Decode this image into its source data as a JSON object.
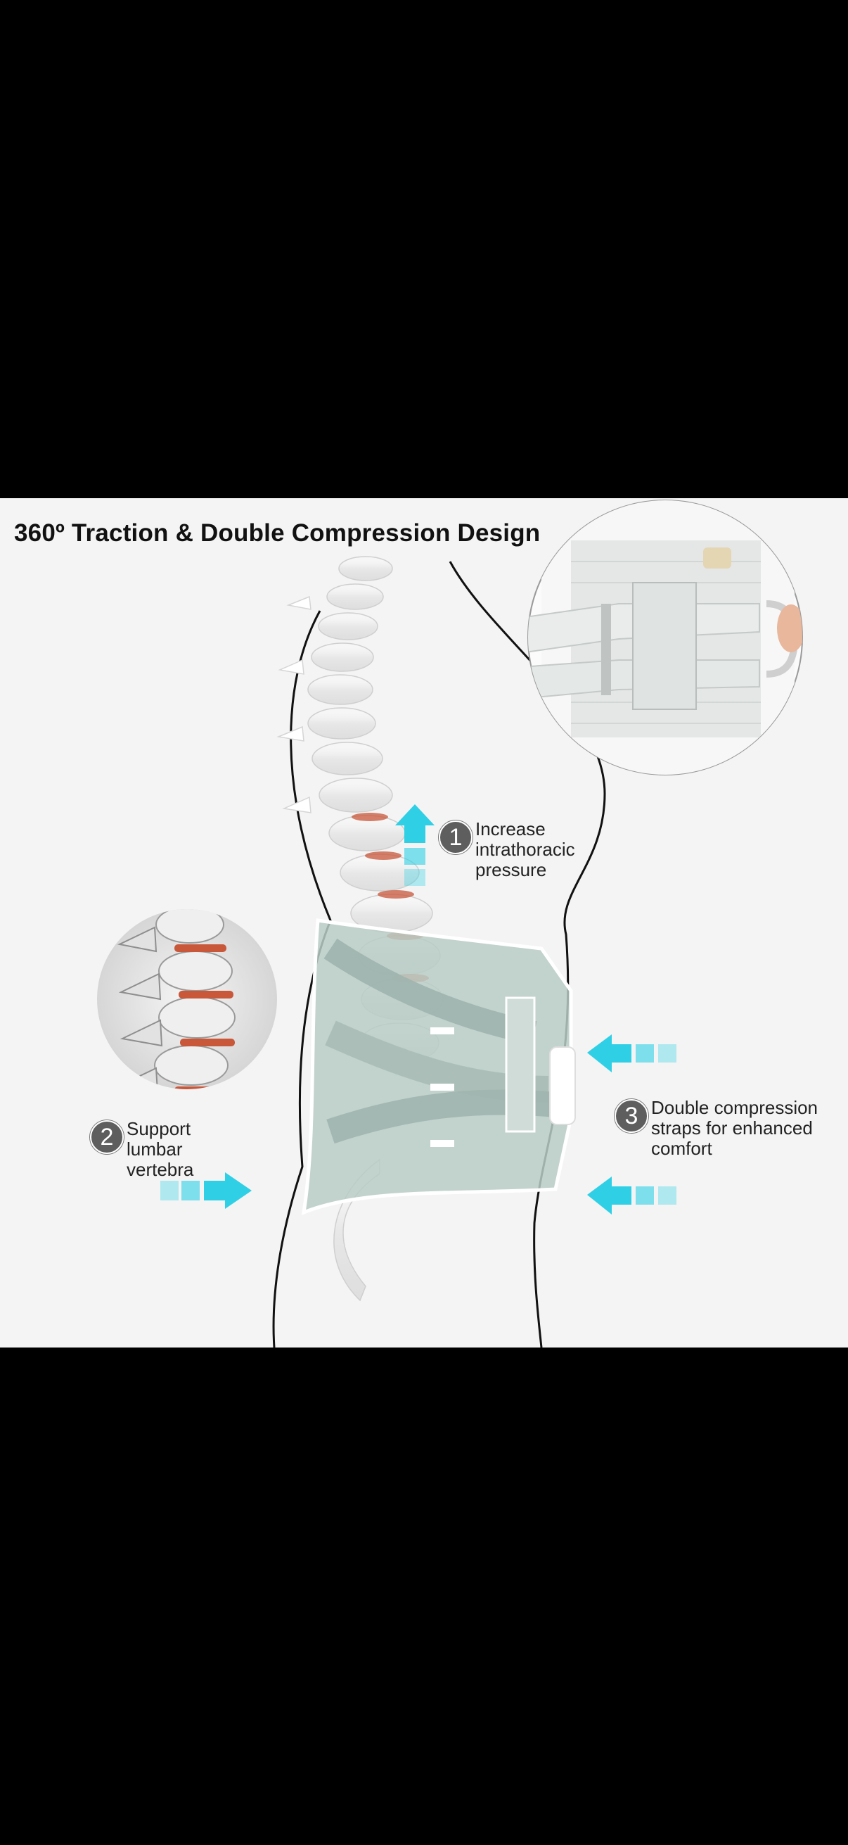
{
  "headline": "360º Traction & Double Compression Design",
  "callouts": [
    {
      "number": "1",
      "lines": [
        "Increase",
        "intrathoracic",
        "pressure"
      ]
    },
    {
      "number": "2",
      "lines": [
        "Support",
        "lumbar",
        "vertebra"
      ]
    },
    {
      "number": "3",
      "lines": [
        "Double compression",
        "straps for enhanced",
        "comfort"
      ]
    }
  ],
  "colors": {
    "arrow": "#2fd0e6",
    "badge": "#5e5e5e",
    "disc": "#c9573a",
    "belt": "#b9cbc6",
    "background": "#f4f4f4",
    "frame": "#000000"
  },
  "icons": [
    "arrow-up-icon",
    "arrow-right-icon",
    "arrow-left-icon"
  ]
}
